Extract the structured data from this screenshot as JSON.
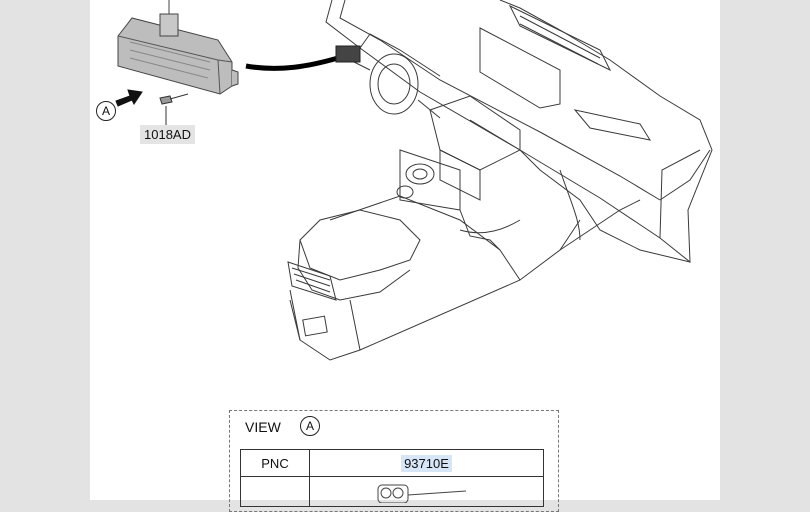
{
  "diagram": {
    "part_code": "1018AD",
    "callout_letter": "A",
    "view": {
      "title": "VIEW",
      "letter": "A"
    },
    "table": {
      "header": "PNC",
      "value": "93710E"
    }
  },
  "colors": {
    "page_background": "#e3e3e3",
    "sheet": "#ffffff",
    "line": "#333333",
    "highlight": "#d6e6f7"
  }
}
